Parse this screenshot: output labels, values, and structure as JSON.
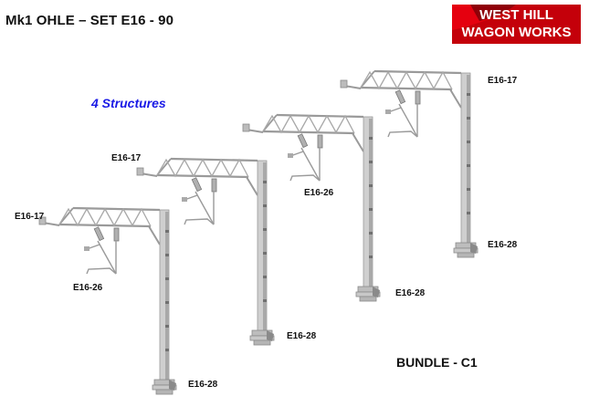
{
  "header": {
    "title": "Mk1 OHLE – SET E16 - 90",
    "subtitle": "4 Structures",
    "bundle": "BUNDLE - C1"
  },
  "logo": {
    "line1": "WEST HILL",
    "line2": "WAGON WORKS",
    "color": "#c4000a"
  },
  "structures": [
    {
      "top_label": "E16-17",
      "arm_label": "E16-26",
      "base_label": "E16-28"
    },
    {
      "top_label": "E16-17",
      "base_label": "E16-28"
    },
    {
      "arm_label": "E16-26",
      "base_label": "E16-28"
    },
    {
      "top_label": "E16-17",
      "base_label": "E16-28"
    }
  ],
  "colors": {
    "structure": "#c8c8c8",
    "structure_dark": "#8e8e8e",
    "subtitle": "#1a1ae6"
  }
}
